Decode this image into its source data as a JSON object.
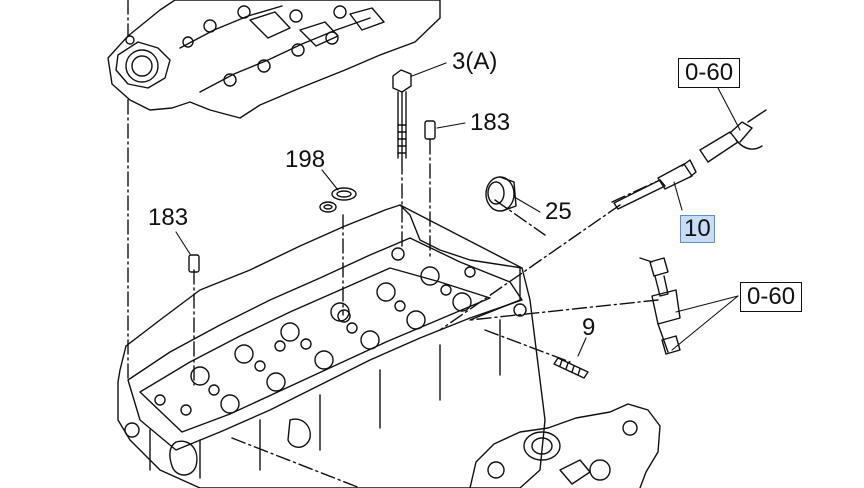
{
  "callouts": {
    "bolt": "3(A)",
    "dowel_top": "183",
    "dowel_left": "183",
    "oring": "198",
    "plug": "25",
    "glow_plug": "10",
    "stud": "9",
    "torque_top": "0-60",
    "torque_right": "0-60"
  },
  "colors": {
    "line": "#111111",
    "highlight": "#c9dcf5",
    "highlight_border": "#5b8fd0"
  }
}
